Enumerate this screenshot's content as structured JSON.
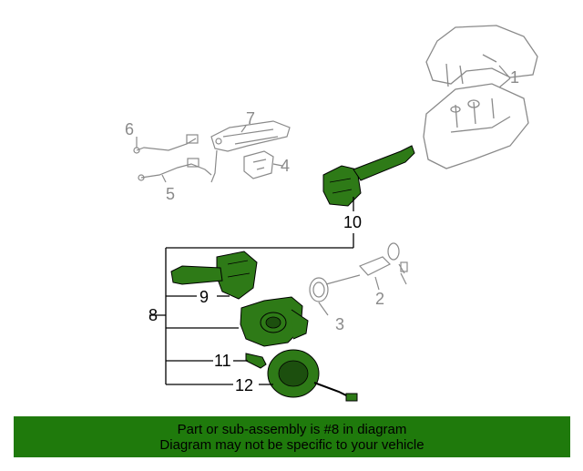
{
  "colors": {
    "highlight_fill": "#2e7a17",
    "line_gray": "#8a8a8a",
    "banner_bg": "#1f7a0c"
  },
  "callouts": {
    "c1": "1",
    "c2": "2",
    "c3": "3",
    "c4": "4",
    "c5": "5",
    "c6": "6",
    "c7": "7",
    "c8": "8",
    "c9": "9",
    "c10": "10",
    "c11": "11",
    "c12": "12"
  },
  "banner": {
    "line1": "Part or sub-assembly is #8 in diagram",
    "line2": "Diagram may not be specific to your vehicle"
  }
}
